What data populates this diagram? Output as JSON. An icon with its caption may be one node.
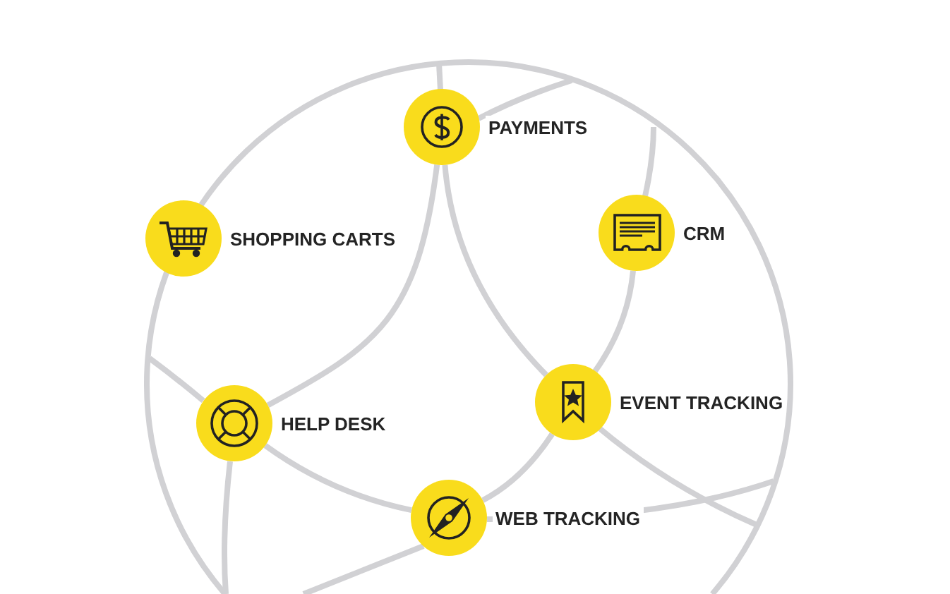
{
  "diagram": {
    "nodes": [
      {
        "text": [
          "PAYMENTS"
        ]
      },
      {
        "text": [
          "SHOPPING CARTS"
        ]
      },
      {
        "text": [
          "CRM"
        ]
      },
      {
        "text": [
          "HELP DESK"
        ]
      },
      {
        "text": [
          "EVENT TRACKING"
        ]
      },
      {
        "text": [
          "WEB TRACKING"
        ]
      }
    ],
    "edges": [
      {
        "from": 0,
        "to": 3,
        "arrow": "none"
      },
      {
        "from": 0,
        "to": 4,
        "arrow": "none"
      },
      {
        "from": 2,
        "to": 4,
        "arrow": "none"
      },
      {
        "from": 3,
        "to": 5,
        "arrow": "none"
      },
      {
        "from": 5,
        "to": 4,
        "arrow": "none"
      }
    ]
  }
}
